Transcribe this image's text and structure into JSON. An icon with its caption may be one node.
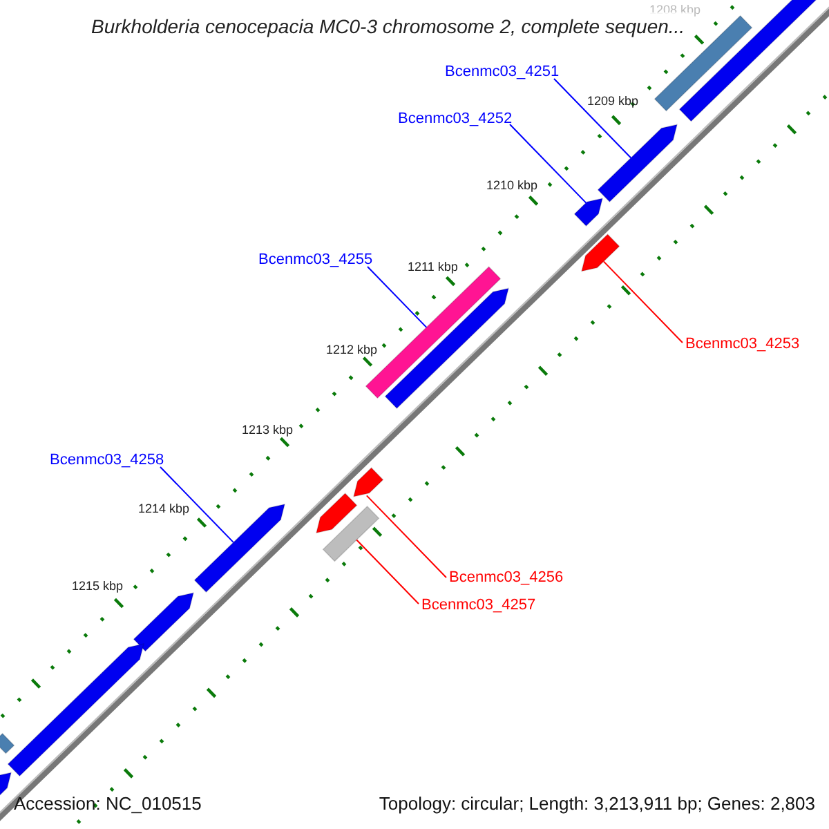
{
  "diagram": {
    "title": "Burkholderia cenocepacia MC0-3 chromosome 2, complete sequen...",
    "nodes": [
      {
        "text": [
          "Bcenmc03_4251"
        ]
      },
      {
        "text": [
          "Bcenmc03_4252"
        ]
      },
      {
        "text": [
          "Bcenmc03_4255"
        ]
      },
      {
        "text": [
          "Bcenmc03_4253"
        ]
      },
      {
        "text": [
          "Bcenmc03_4258"
        ]
      },
      {
        "text": [
          "Bcenmc03_4256"
        ]
      },
      {
        "text": [
          "Bcenmc03_4257"
        ]
      },
      {
        "text": [],
        "shape": "bar"
      },
      {
        "text": [],
        "shape": "bar"
      },
      {
        "text": [],
        "shape": "pentagon"
      },
      {
        "text": [],
        "shape": "pentagon"
      },
      {
        "text": [],
        "shape": "pentagon"
      },
      {
        "text": [],
        "shape": "bar"
      },
      {
        "text": [],
        "shape": "pentagon"
      },
      {
        "text": [],
        "shape": "pentagon"
      },
      {
        "text": [],
        "shape": "pentagon"
      },
      {
        "text": [],
        "shape": "bar"
      },
      {
        "text": [],
        "shape": "pentagon"
      },
      {
        "text": [],
        "shape": "pentagon"
      },
      {
        "text": [],
        "shape": "pentagon"
      },
      {
        "text": [],
        "shape": "pentagon"
      },
      {
        "text": [],
        "shape": "bar"
      }
    ],
    "edges": [
      {
        "from": 0,
        "to": 9,
        "arrow": "none"
      },
      {
        "from": 1,
        "to": 10,
        "arrow": "none"
      },
      {
        "from": 2,
        "to": 12,
        "arrow": "none"
      },
      {
        "from": 3,
        "to": 11,
        "arrow": "none",
        "color": "#ff0000"
      },
      {
        "from": 4,
        "to": 17,
        "arrow": "none"
      },
      {
        "from": 5,
        "to": 14,
        "arrow": "none",
        "color": "#ff0000"
      },
      {
        "from": 6,
        "to": 16,
        "arrow": "none",
        "color": "#ff0000"
      }
    ],
    "labels": [
      "1208 kbp",
      "1209 kbp",
      "1210 kbp",
      "1211 kbp",
      "1212 kbp",
      "1213 kbp",
      "1214 kbp",
      "1215 kbp",
      "Accession: NC_010515",
      "Topology: circular; Length: 3,213,911 bp; Genes: 2,803"
    ]
  }
}
